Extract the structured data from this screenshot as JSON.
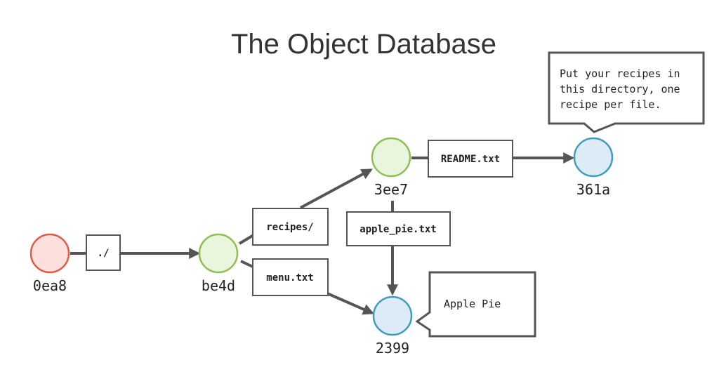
{
  "title": "The Object Database",
  "nodes": {
    "root": {
      "hash": "0ea8",
      "color": "#e05a4a",
      "fill": "#fde0de"
    },
    "tree": {
      "hash": "be4d",
      "color": "#8cc152",
      "fill": "#e9f5dc"
    },
    "recipes": {
      "hash": "3ee7",
      "color": "#8cc152",
      "fill": "#e9f5dc"
    },
    "readme": {
      "hash": "361a",
      "color": "#3d9dbc",
      "fill": "#dcebf5"
    },
    "pie": {
      "hash": "2399",
      "color": "#3d9dbc",
      "fill": "#dcebf5"
    }
  },
  "edges": {
    "root_to_tree": "./",
    "tree_to_recipes": "recipes/",
    "tree_to_pie": "menu.txt",
    "recipes_to_readme": "README.txt",
    "recipes_to_pie": "apple_pie.txt"
  },
  "bubbles": {
    "readme": [
      "Put your recipes in",
      "this directory, one",
      "recipe per file."
    ],
    "pie": [
      "Apple Pie"
    ]
  }
}
